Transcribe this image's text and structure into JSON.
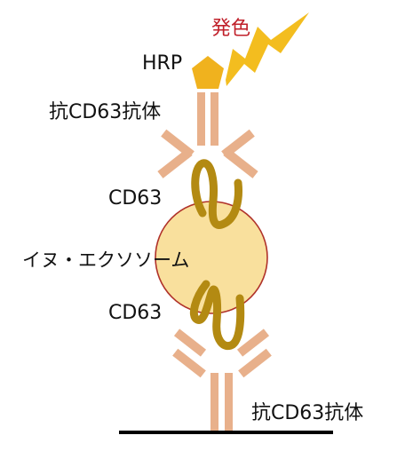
{
  "labels": {
    "signal": "発色",
    "hrp": "HRP",
    "antibody_top": "抗CD63抗体",
    "cd63_top": "CD63",
    "exosome": "イヌ・エクソソーム",
    "cd63_bottom": "CD63",
    "antibody_bottom": "抗CD63抗体"
  },
  "colors": {
    "antibody": "#e8b08b",
    "hrp": "#f0b21e",
    "lightning": "#f3bd1f",
    "signal_text": "#c0202a",
    "protein": "#b38a12",
    "exosome_fill": "#f9e09d",
    "exosome_edge": "#b0322a",
    "plate": "#000000"
  }
}
